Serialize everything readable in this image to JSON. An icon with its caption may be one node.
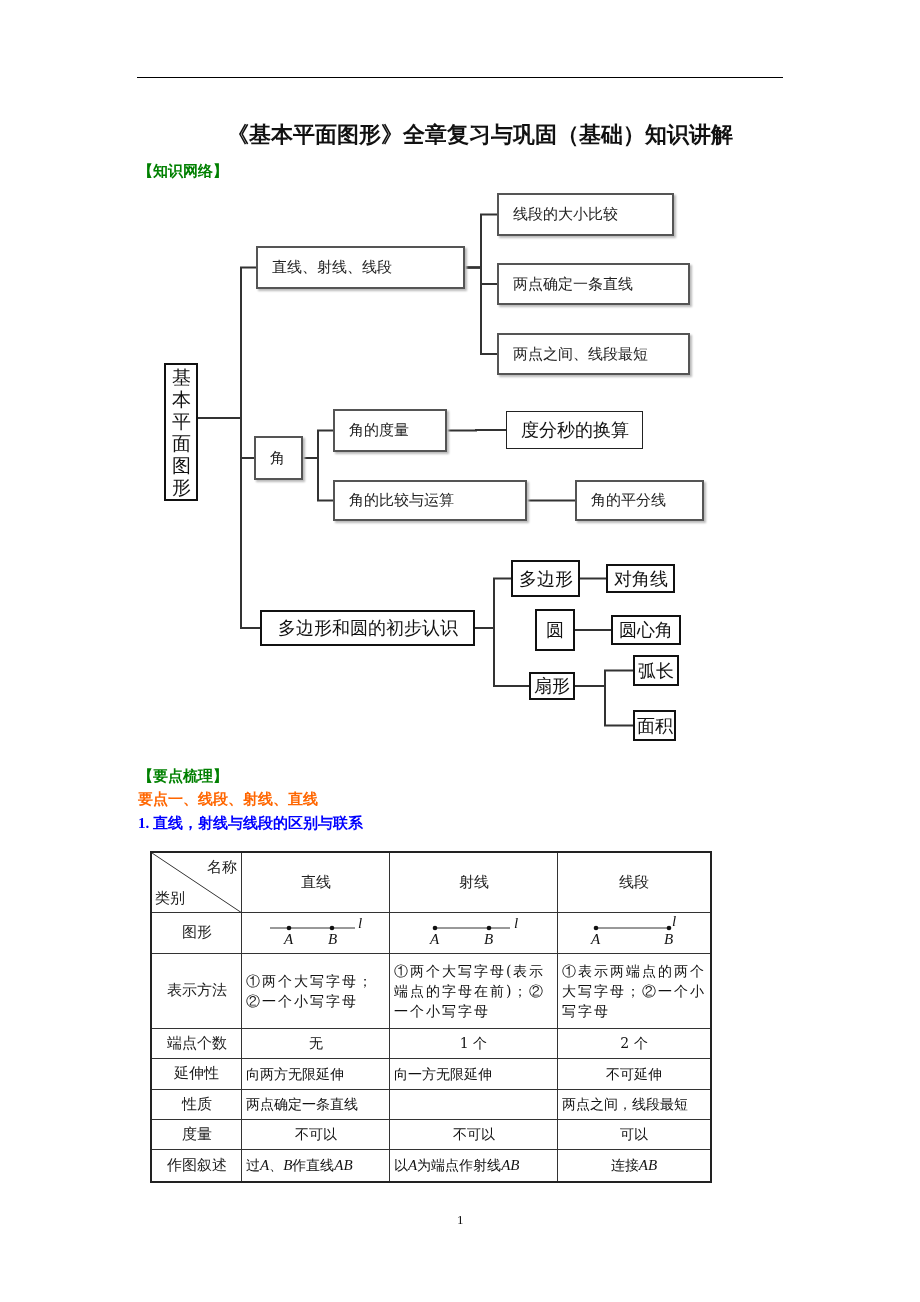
{
  "diagram": {
    "title": "《基本平面图形》全章复习与巩固（基础）知识讲解",
    "nodes": [
      {
        "text": [
          "基本平面图形"
        ]
      },
      {
        "text": [
          "直线、射线、线段"
        ]
      },
      {
        "text": [
          "线段的大小比较"
        ]
      },
      {
        "text": [
          "两点确定一条直线"
        ]
      },
      {
        "text": [
          "两点之间、线段最短"
        ]
      },
      {
        "text": [
          "角"
        ]
      },
      {
        "text": [
          "角的度量"
        ]
      },
      {
        "text": [
          "度分秒的换算"
        ]
      },
      {
        "text": [
          "角的比较与运算"
        ]
      },
      {
        "text": [
          "角的平分线"
        ]
      },
      {
        "text": [
          "多边形和圆的初步认识"
        ]
      },
      {
        "text": [
          "多边形"
        ]
      },
      {
        "text": [
          "对角线"
        ]
      },
      {
        "text": [
          "圆"
        ]
      },
      {
        "text": [
          "圆心角"
        ]
      },
      {
        "text": [
          "扇形"
        ]
      },
      {
        "text": [
          "弧长"
        ]
      },
      {
        "text": [
          "面积"
        ]
      }
    ],
    "edges": [
      {
        "from": 0,
        "to": 1,
        "arrow": "none"
      },
      {
        "from": 0,
        "to": 5,
        "arrow": "none"
      },
      {
        "from": 0,
        "to": 10,
        "arrow": "none"
      },
      {
        "from": 1,
        "to": 2,
        "arrow": "none"
      },
      {
        "from": 1,
        "to": 3,
        "arrow": "none"
      },
      {
        "from": 1,
        "to": 4,
        "arrow": "none"
      },
      {
        "from": 5,
        "to": 6,
        "arrow": "none"
      },
      {
        "from": 5,
        "to": 8,
        "arrow": "none"
      },
      {
        "from": 6,
        "to": 7,
        "arrow": "none"
      },
      {
        "from": 8,
        "to": 9,
        "arrow": "none"
      },
      {
        "from": 10,
        "to": 11,
        "arrow": "none"
      },
      {
        "from": 10,
        "to": 15,
        "arrow": "none"
      },
      {
        "from": 11,
        "to": 12,
        "arrow": "none"
      },
      {
        "from": 13,
        "to": 14,
        "arrow": "none"
      },
      {
        "from": 15,
        "to": 16,
        "arrow": "none"
      },
      {
        "from": 15,
        "to": 17,
        "arrow": "none"
      }
    ],
    "labels": [
      "【知识网络】",
      "【要点梳理】",
      "要点一、线段、射线、直线",
      "1. 直线，射线与线段的区别与联系",
      "名称",
      "类别",
      "直线",
      "射线",
      "线段",
      "图形",
      "A",
      "B",
      "l",
      "A",
      "B",
      "l",
      "A",
      "B",
      "l",
      "表示方法",
      "①两个大写字母；②一个小写字母",
      "①两个大写字母(表示端点的字母在前)；②一个小写字母",
      "①表示两端点的两个大写字母；②一个小写字母",
      "端点个数",
      "无",
      "1 个",
      "2 个",
      "延伸性",
      "向两方无限延伸",
      "向一方无限延伸",
      "不可延伸",
      "性质",
      "两点确定一条直线",
      "两点之间，线段最短",
      "度量",
      "不可以",
      "不可以",
      "可以",
      "作图叙述",
      "过A、B作直线AB",
      "以A为端点作射线AB",
      "连接AB",
      "1"
    ]
  }
}
